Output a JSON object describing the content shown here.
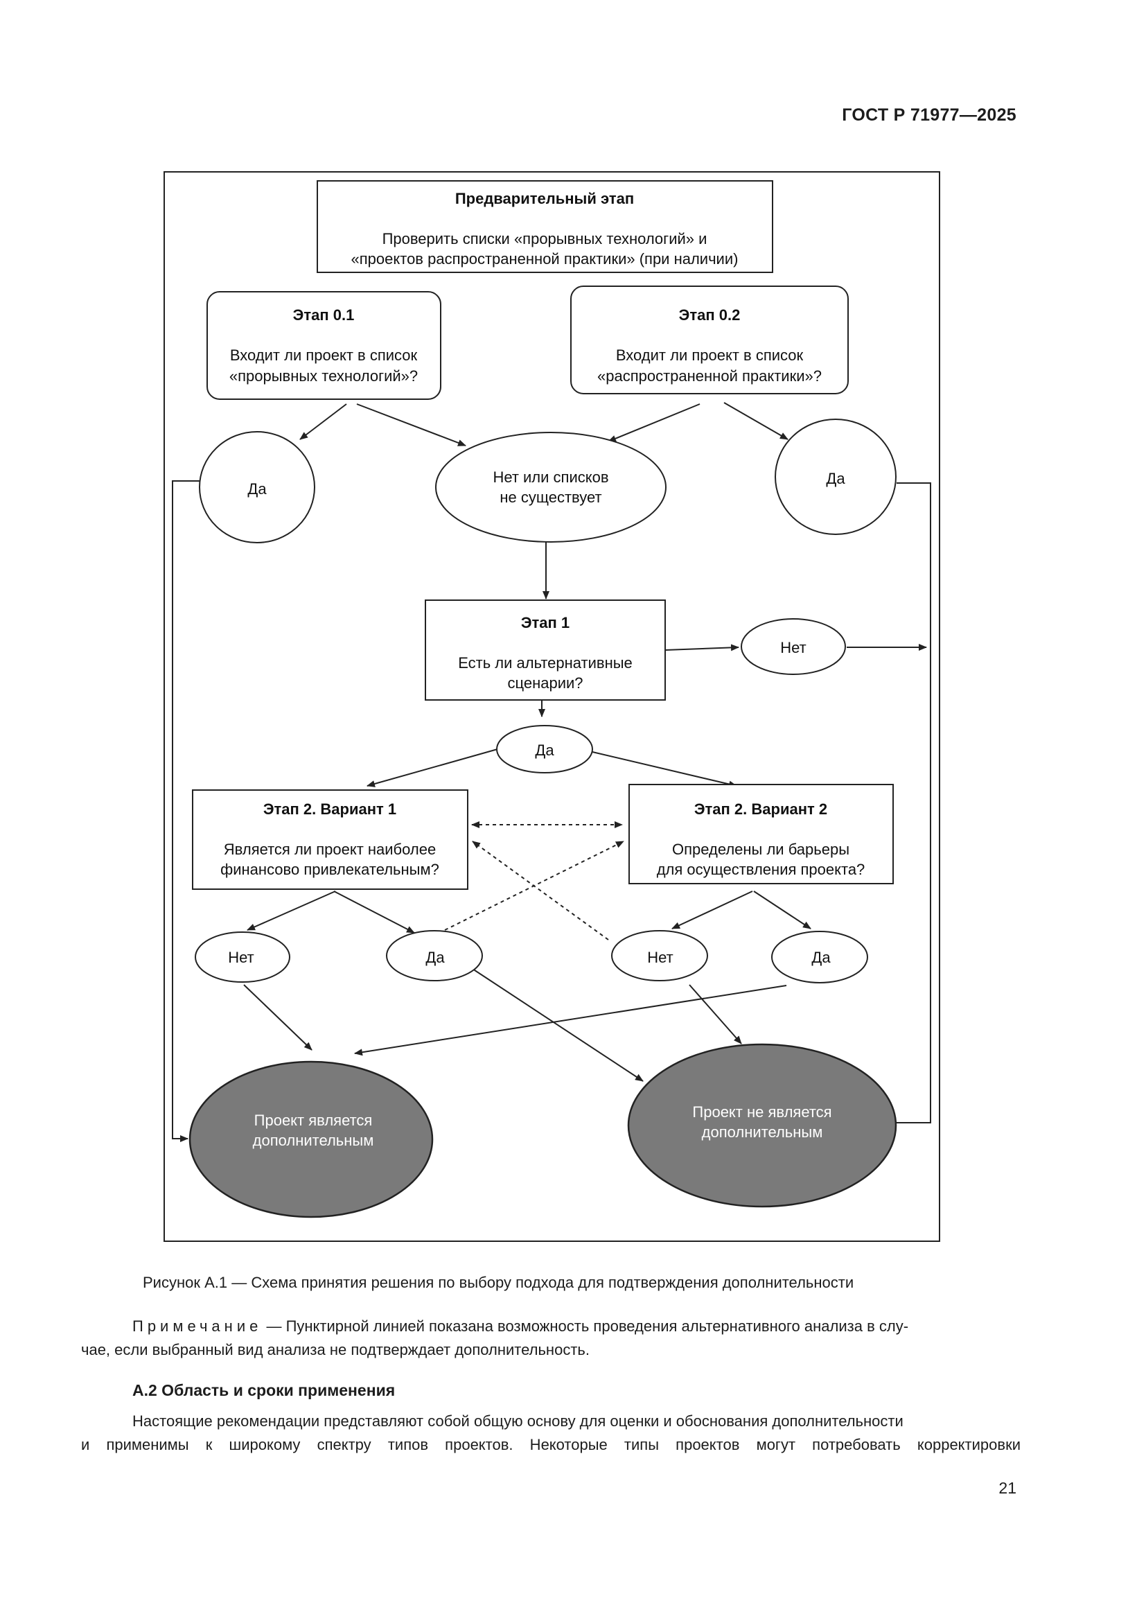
{
  "header": {
    "standard_code": "ГОСТ Р 71977—2025"
  },
  "diagram": {
    "preliminary": {
      "title": "Предварительный этап",
      "line1": "Проверить списки «прорывных технологий» и",
      "line2": "«проектов распространенной практики» (при наличии)"
    },
    "stage01": {
      "title": "Этап 0.1",
      "line1": "Входит ли проект в список",
      "line2": "«прорывных технологий»?"
    },
    "stage02": {
      "title": "Этап 0.2",
      "line1": "Входит ли проект в список",
      "line2": "«распространенной практики»?"
    },
    "yes_left": "Да",
    "no_or_none": {
      "line1": "Нет или списков",
      "line2": "не существует"
    },
    "yes_right": "Да",
    "stage1": {
      "title": "Этап 1",
      "line1": "Есть ли альтернативные",
      "line2": "сценарии?"
    },
    "no_stage1": "Нет",
    "yes_stage1": "Да",
    "stage2v1": {
      "title": "Этап 2. Вариант 1",
      "line1": "Является ли проект наиболее",
      "line2": "финансово привлекательным?"
    },
    "stage2v2": {
      "title": "Этап 2. Вариант 2",
      "line1": "Определены ли барьеры",
      "line2": "для осуществления проекта?"
    },
    "v1_no": "Нет",
    "v1_yes": "Да",
    "v2_no": "Нет",
    "v2_yes": "Да",
    "outcome_additional": {
      "line1": "Проект является",
      "line2": "дополнительным"
    },
    "outcome_not_additional": {
      "line1": "Проект не является",
      "line2": "дополнительным"
    }
  },
  "caption": "Рисунок А.1 — Схема принятия решения по выбору подхода для подтверждения дополнительности",
  "note": {
    "label": "Примечание",
    "line1": " — Пунктирной линией показана возможность проведения альтернативного анализа в слу-",
    "line2": "чае, если выбранный вид анализа не подтверждает дополнительность."
  },
  "section": {
    "title": "А.2  Область и сроки применения",
    "line1": "Настоящие рекомендации представляют собой общую основу для оценки и обоснования дополнительности",
    "line2": "и применимы к широкому спектру типов проектов. Некоторые типы проектов могут потребовать корректировки"
  },
  "page_number": "21",
  "colors": {
    "outcome_fill": "#7a7a7a",
    "line": "#222222",
    "text": "#1c1c1c"
  }
}
